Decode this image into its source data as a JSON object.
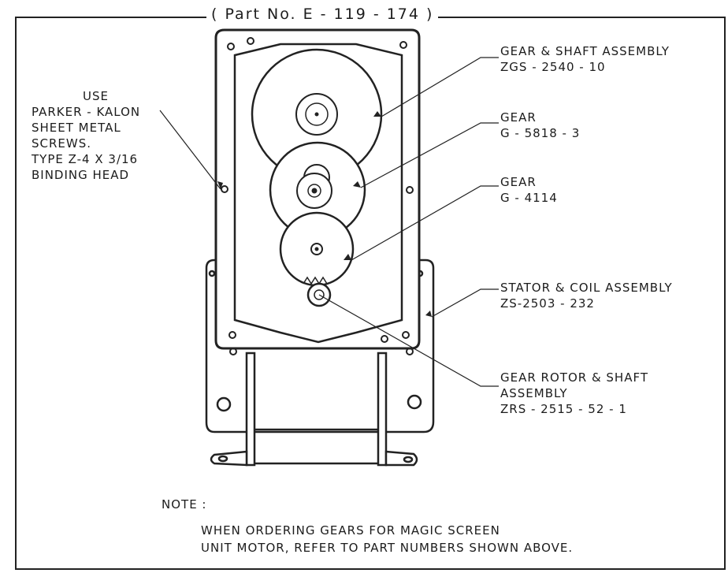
{
  "title": "( Part No. E - 119 - 174 )",
  "screw_note": [
    "USE",
    "PARKER - KALON",
    "SHEET METAL",
    "SCREWS.",
    "TYPE Z-4 X 3/16",
    "BINDING HEAD"
  ],
  "callouts": [
    {
      "name": "GEAR & SHAFT ASSEMBLY",
      "part": "ZGS - 2540 - 10"
    },
    {
      "name": "GEAR",
      "part": "G - 5818 - 3"
    },
    {
      "name": "GEAR",
      "part": "G - 4114"
    },
    {
      "name": "STATOR & COIL ASSEMBLY",
      "part": "ZS-2503 - 232"
    },
    {
      "name": "GEAR ROTOR & SHAFT",
      "name2": "ASSEMBLY",
      "part": "ZRS - 2515 - 52 - 1"
    }
  ],
  "note": {
    "heading": "NOTE :",
    "line1": "WHEN ORDERING GEARS FOR MAGIC SCREEN",
    "line2": "UNIT MOTOR, REFER TO PART NUMBERS SHOWN ABOVE."
  }
}
